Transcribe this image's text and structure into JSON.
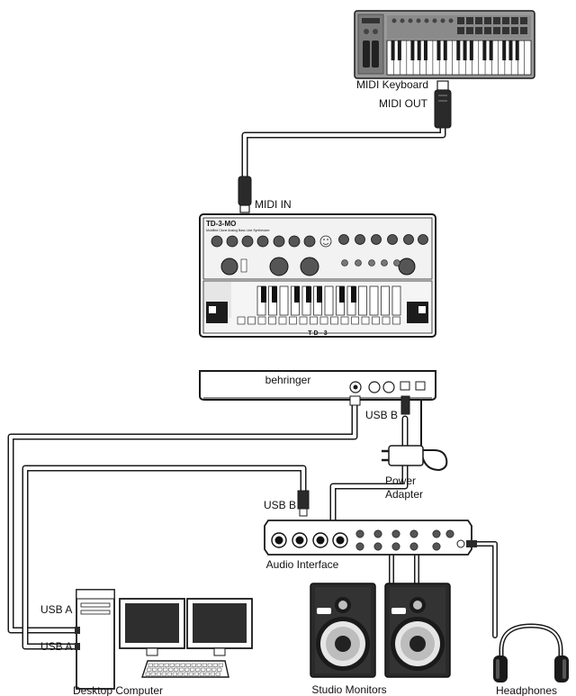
{
  "labels": {
    "midi_keyboard": "MIDI Keyboard",
    "midi_out": "MIDI OUT",
    "midi_in": "MIDI IN",
    "usb_b_top": "USB B",
    "power_adapter_line1": "Power",
    "power_adapter_line2": "Adapter",
    "usb_b_interface": "USB B",
    "audio_interface": "Audio Interface",
    "usb_a_1": "USB A",
    "usb_a_2": "USB A",
    "desktop_computer": "Desktop Computer",
    "studio_monitors": "Studio Monitors",
    "headphones": "Headphones"
  },
  "devices": {
    "synth_brand": "TD-3-MO",
    "synth_subtitle": "Modified Clone Analog Bass Line Synthesizer",
    "synth_footer": "T D - 3",
    "dock_brand": "behringer"
  },
  "colors": {
    "line": "#1a1a1a",
    "cable_fill": "#ffffff",
    "panel_dark": "#1c1c1c",
    "panel_grey": "#bdbdbd",
    "knob": "#555555"
  }
}
